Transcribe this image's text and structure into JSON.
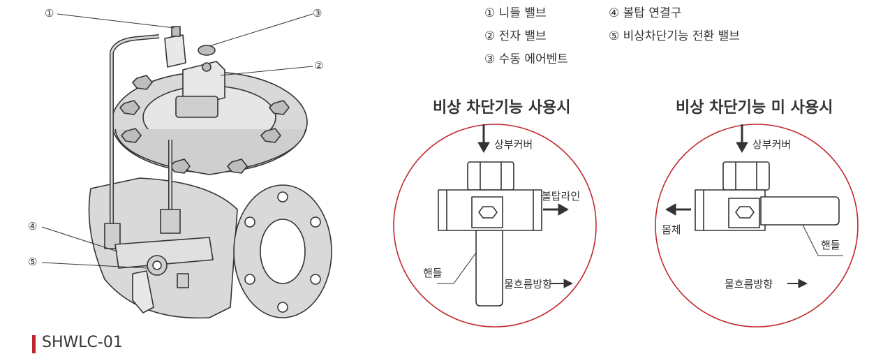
{
  "callouts": [
    "①",
    "②",
    "③",
    "④",
    "⑤"
  ],
  "legend": [
    {
      "label": "① 니들 밸브"
    },
    {
      "label": "② 전자 밸브"
    },
    {
      "label": "③ 수동 에어벤트"
    },
    {
      "label": "④ 볼탑 연결구"
    },
    {
      "label": "⑤ 비상차단기능 전환 밸브"
    }
  ],
  "panels": [
    {
      "title": "비상 차단기능 사용시",
      "top_label": "상부커버",
      "side_label": "볼탑라인",
      "handle_label": "핸들",
      "flow_label": "물흐름방향"
    },
    {
      "title": "비상 차단기능 미 사용시",
      "top_label": "상부커버",
      "side_label": "몸체",
      "handle_label": "핸들",
      "flow_label": "물흐름방향"
    }
  ],
  "model": "SHWLC-01",
  "colors": {
    "accent": "#c0262d",
    "line": "#333333",
    "body_fill": "#d9d9d9"
  }
}
